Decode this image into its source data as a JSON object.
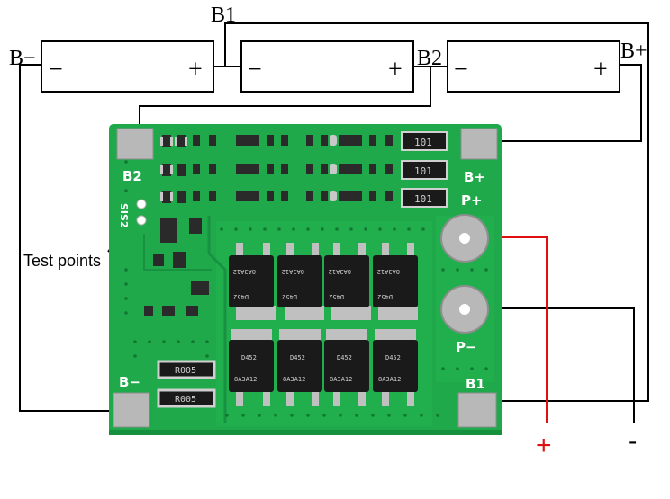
{
  "labels": {
    "b1": "B1",
    "b2": "B2",
    "b_minus": "B−",
    "b_plus": "B+",
    "cell_minus": "−",
    "cell_plus": "+",
    "test_points": "Test points",
    "out_plus": "+",
    "out_minus": "-"
  },
  "silkscreen": {
    "b2": "B2",
    "b_plus": "B+",
    "p_plus": "P+",
    "p_minus": "P−",
    "b_minus": "B−",
    "b1": "B1",
    "sis2": "SIS2"
  },
  "components": {
    "resistor_101": "101",
    "resistor_r005": "R005",
    "mosfet_top": "8A3A12",
    "mosfet_top_code": "D452",
    "mosfet_bottom_code": "D452",
    "mosfet_bottom": "8A3A12"
  },
  "colors": {
    "pcb": "#1fa94a",
    "pcb_dark": "#178a3b",
    "pad": "#b8b8b8",
    "wire": "#000000",
    "wire_red": "#e01010",
    "chip": "#1a1a1a"
  }
}
